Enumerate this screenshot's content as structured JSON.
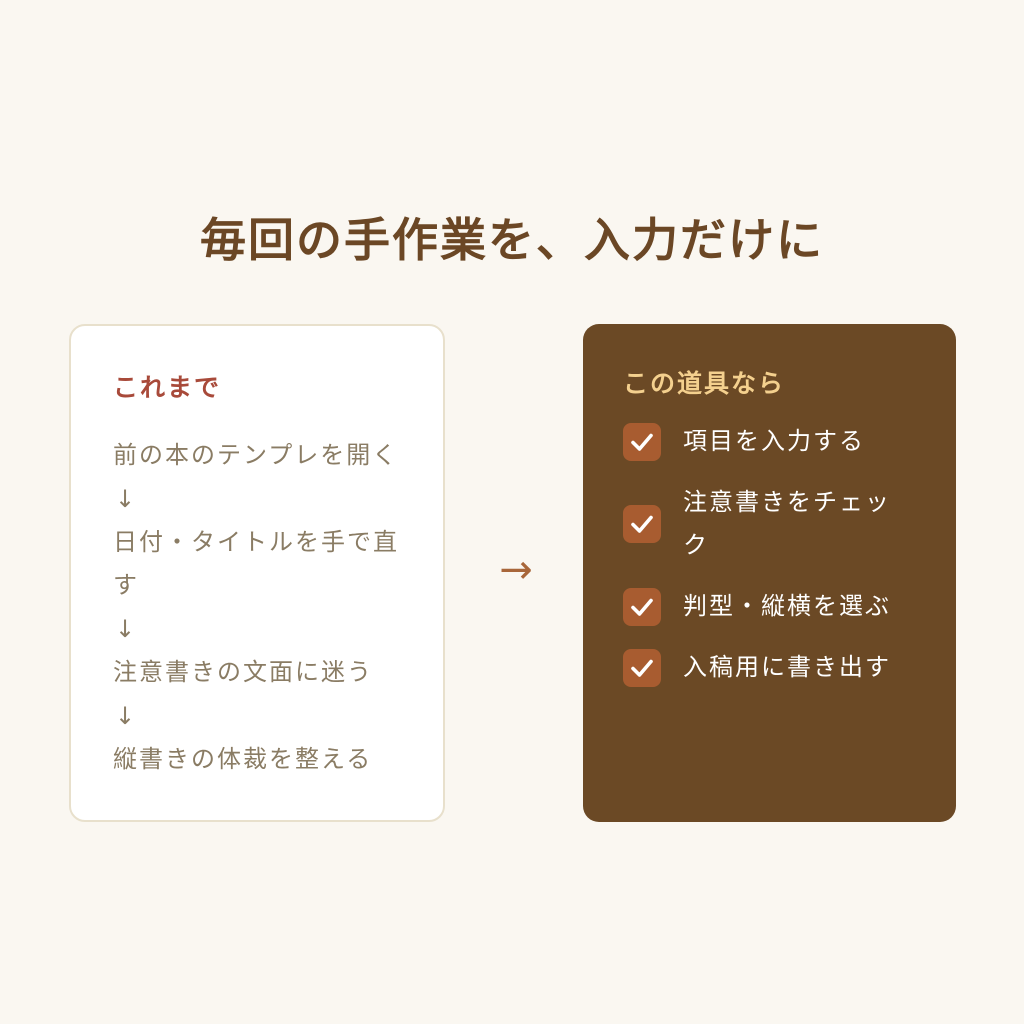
{
  "title": "毎回の手作業を、入力だけに",
  "before": {
    "heading": "これまで",
    "steps": [
      "前の本のテンプレを開く",
      "↓",
      "日付・タイトルを手で直す",
      "↓",
      "注意書きの文面に迷う",
      "↓",
      "縦書きの体裁を整える"
    ]
  },
  "flow_arrow": "→",
  "after": {
    "heading": "この道具なら",
    "items": [
      "項目を入力する",
      "注意書きをチェック",
      "判型・縦横を選ぶ",
      "入稿用に書き出す"
    ]
  },
  "icons": {
    "check": "check-icon"
  },
  "colors": {
    "background": "#faf7f1",
    "title": "#6b4725",
    "before_heading": "#a84a3a",
    "before_text": "#8a7c64",
    "after_card": "#6b4925",
    "after_heading": "#f4d08e",
    "check_box": "#a85c30",
    "arrow": "#a8663a"
  }
}
